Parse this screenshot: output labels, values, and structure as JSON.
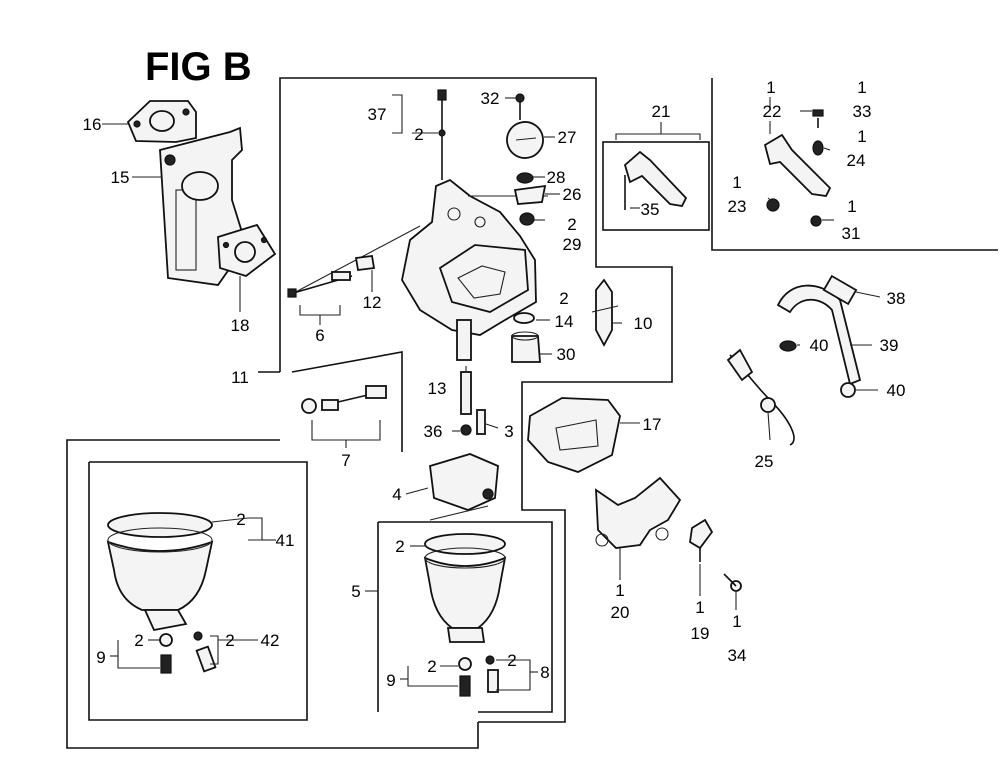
{
  "title": "FIG B",
  "labels": {
    "p1a": "1",
    "p33": "33",
    "p22": "22",
    "p1b": "1",
    "p24": "24",
    "p1c": "1",
    "p23": "23",
    "p1d": "1",
    "p31": "31",
    "p16": "16",
    "p15": "15",
    "p18": "18",
    "p11": "11",
    "p37": "37",
    "p2a": "2",
    "p32": "32",
    "p27": "27",
    "p28": "28",
    "p26": "26",
    "p2b": "2",
    "p29": "29",
    "p21": "21",
    "p35": "35",
    "p12": "12",
    "p6": "6",
    "p2c": "2",
    "p14": "14",
    "p10": "10",
    "p30": "30",
    "p38": "38",
    "p39": "39",
    "p40a": "40",
    "p40b": "40",
    "p25": "25",
    "p13": "13",
    "p36": "36",
    "p3": "3",
    "p7": "7",
    "p17": "17",
    "p4": "4",
    "p2d": "2",
    "p41": "41",
    "p2e": "2",
    "p5": "5",
    "p9a": "9",
    "p2f": "2",
    "p2g": "2",
    "p42": "42",
    "p9b": "9",
    "p2h": "2",
    "p2i": "2",
    "p8": "8",
    "p1e": "1",
    "p20": "20",
    "p1f": "1",
    "p19": "19",
    "p1g": "1",
    "p34": "34"
  }
}
